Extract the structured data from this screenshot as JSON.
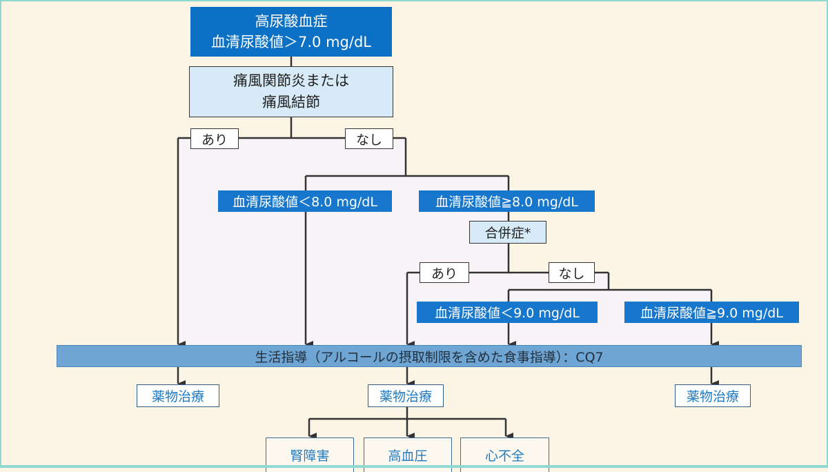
{
  "flowchart": {
    "root": {
      "line1": "高尿酸血症",
      "line2": "血清尿酸値＞7.0 mg/dL"
    },
    "gout_question": {
      "line1": "痛風関節炎または",
      "line2": "痛風結節"
    },
    "gout_yes": "あり",
    "gout_no": "なし",
    "ua_lt8": "血清尿酸値＜8.0 mg/dL",
    "ua_ge8": "血清尿酸値≧8.0 mg/dL",
    "complication": "合併症*",
    "comp_yes": "あり",
    "comp_no": "なし",
    "ua_lt9": "血清尿酸値＜9.0 mg/dL",
    "ua_ge9": "血清尿酸値≧9.0 mg/dL",
    "lifestyle": "生活指導（アルコールの摂取制限を含めた食事指導）：CQ7",
    "drug_left": "薬物治療",
    "drug_center": "薬物治療",
    "drug_right": "薬物治療",
    "complications": [
      "腎障害",
      "高血圧",
      "心不全"
    ]
  },
  "colors": {
    "background": "#fcf5e6",
    "frame": "#8fd9d1",
    "dark_blue": "#0c70c5",
    "label_blue": "#1677cc",
    "light_blue": "#d6eaf7",
    "bar_blue": "#6fa5d2",
    "lavender": "#f9f4f7"
  }
}
